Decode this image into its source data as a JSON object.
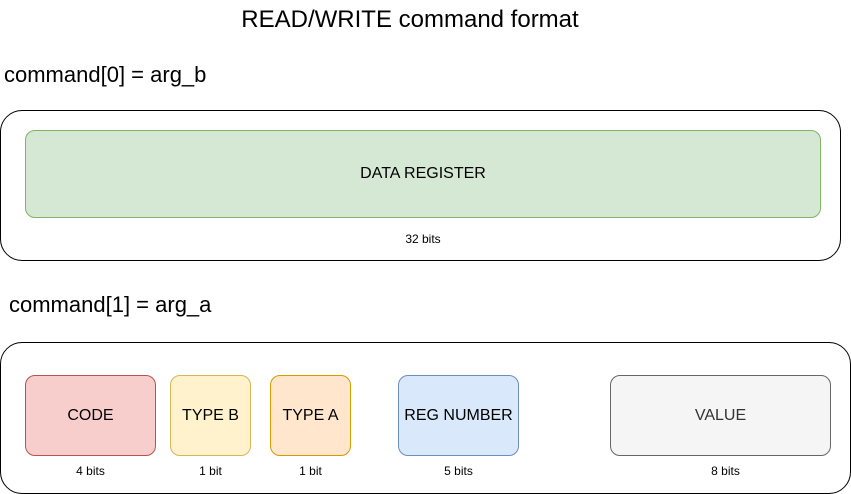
{
  "title": "READ/WRITE command format",
  "command0": {
    "label": "command[0] = arg_b",
    "fields": [
      {
        "name": "DATA REGISTER",
        "bits": "32 bits",
        "fill": "#d5e8d4",
        "stroke": "#82b366"
      }
    ]
  },
  "command1": {
    "label": "command[1] = arg_a",
    "fields": [
      {
        "name": "CODE",
        "bits": "4 bits",
        "fill": "#f8cecc",
        "stroke": "#b85450"
      },
      {
        "name": "TYPE B",
        "bits": "1 bit",
        "fill": "#fff2cc",
        "stroke": "#d6b656"
      },
      {
        "name": "TYPE A",
        "bits": "1 bit",
        "fill": "#ffe6cc",
        "stroke": "#d79b00"
      },
      {
        "name": "REG NUMBER",
        "bits": "5 bits",
        "fill": "#dae8fc",
        "stroke": "#6c8ebf"
      },
      {
        "name": "VALUE",
        "bits": "8 bits",
        "fill": "#f5f5f5",
        "stroke": "#666666"
      }
    ]
  }
}
